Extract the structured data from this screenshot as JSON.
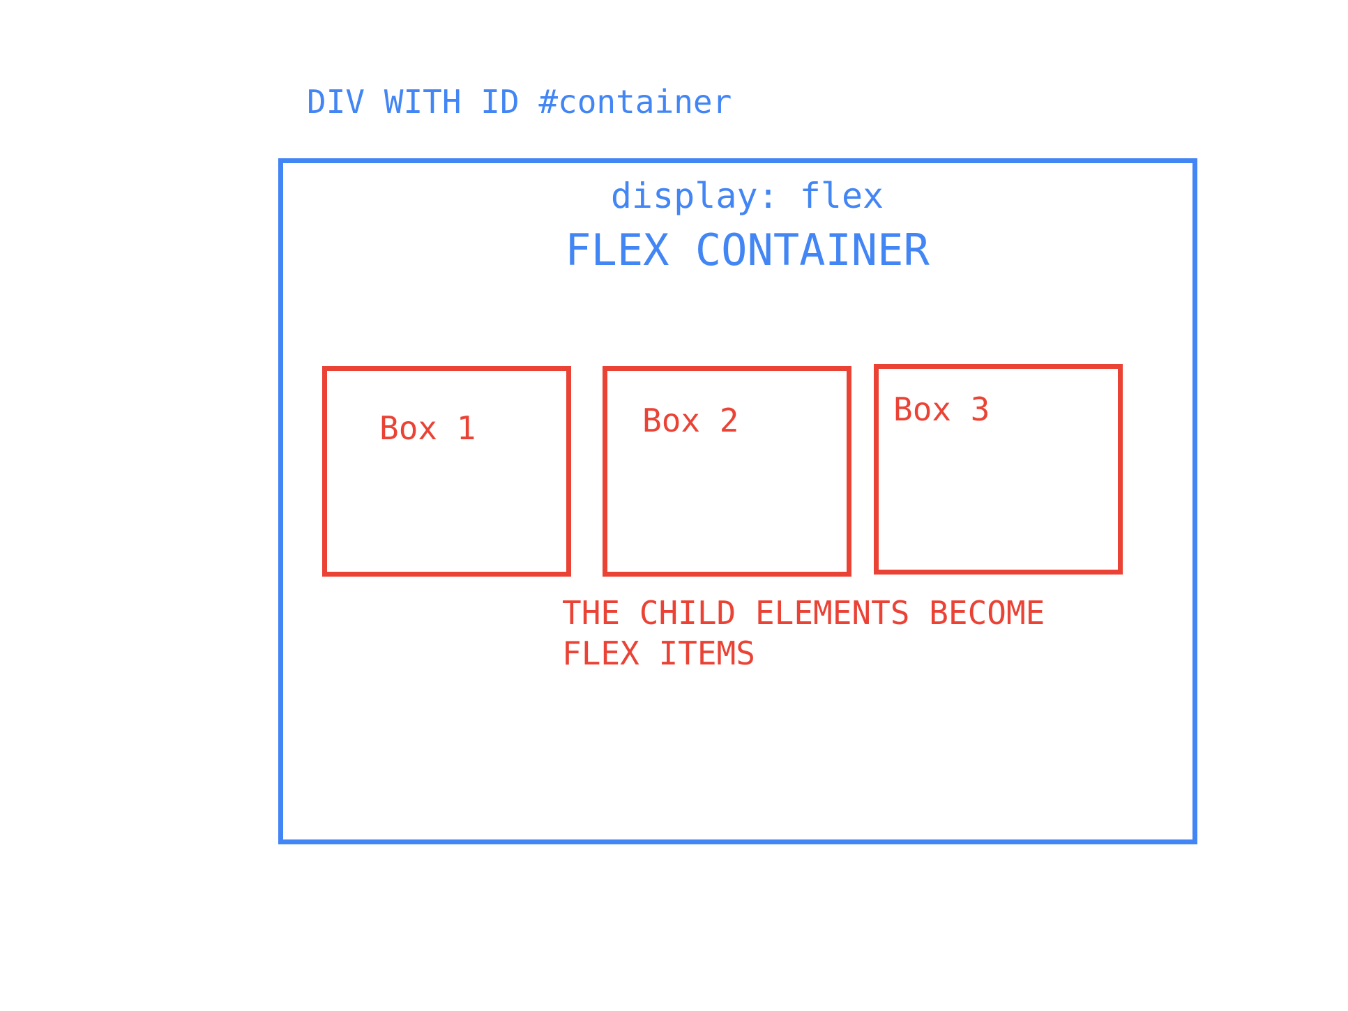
{
  "caption": "DIV WITH ID #container",
  "container": {
    "display_label": "display: flex",
    "title": "FLEX CONTAINER"
  },
  "boxes": [
    {
      "label": "Box 1"
    },
    {
      "label": "Box 2"
    },
    {
      "label": "Box 3"
    }
  ],
  "note": {
    "line1": "THE CHILD ELEMENTS BECOME",
    "line2": "FLEX ITEMS"
  },
  "colors": {
    "container": "#4285f4",
    "items": "#ea4335",
    "background": "#ffffff"
  }
}
